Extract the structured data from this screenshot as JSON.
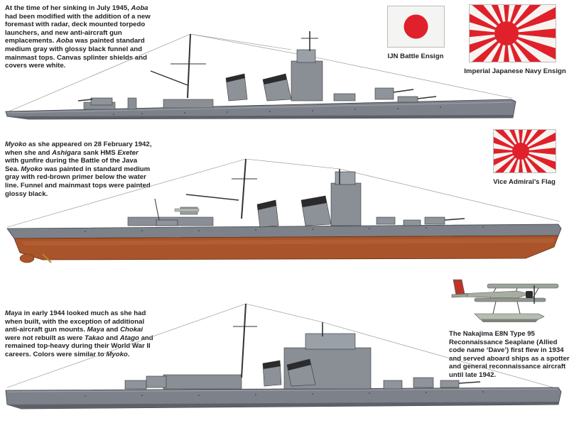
{
  "captions": {
    "aoba": [
      {
        "t": "At the time of her sinking in July 1945, "
      },
      {
        "t": "Aoba",
        "i": true
      },
      {
        "t": " had been modified with the addition of a new foremast with radar, deck mounted torpedo launchers, and new anti-aircraft gun emplacements. "
      },
      {
        "t": "Aoba",
        "i": true
      },
      {
        "t": " was painted standard medium gray with glossy black funnel and mainmast tops. Canvas splinter shields and covers were white."
      }
    ],
    "myoko": [
      {
        "t": "Myoko",
        "i": true
      },
      {
        "t": " as she appeared on 28 February 1942, when she and "
      },
      {
        "t": "Ashigara",
        "i": true
      },
      {
        "t": " sank HMS "
      },
      {
        "t": "Exeter",
        "i": true
      },
      {
        "t": " with gunfire during the Battle of the Java Sea. "
      },
      {
        "t": "Myoko",
        "i": true
      },
      {
        "t": " was painted in standard medium gray with red-brown primer below the water line. Funnel and mainmast tops were painted glossy black."
      }
    ],
    "maya": [
      {
        "t": "Maya",
        "i": true
      },
      {
        "t": " in early 1944 looked much as she had when built, with the exception of additional anti-aircraft gun mounts. "
      },
      {
        "t": "Maya",
        "i": true
      },
      {
        "t": " and "
      },
      {
        "t": "Chokai",
        "i": true
      },
      {
        "t": " were not rebuilt as were "
      },
      {
        "t": "Takao",
        "i": true
      },
      {
        "t": " and "
      },
      {
        "t": "Atago",
        "i": true
      },
      {
        "t": " and remained top-heavy during their World War II careers. Colors were similar to "
      },
      {
        "t": "Myoko",
        "i": true
      },
      {
        "t": "."
      }
    ],
    "seaplane": [
      {
        "t": "The Nakajima E8N Type 95 Reconnaissance Seaplane (Allied code name ‘Dave’) first flew in 1934 and served aboard ships as a spotter and general reconnaissance aircraft until late 1942."
      }
    ]
  },
  "flags": {
    "battle_ensign": "IJN Battle Ensign",
    "navy_ensign": "Imperial Japanese Navy Ensign",
    "vice_admiral": "Vice Admiral’s Flag"
  },
  "colors": {
    "hull_gray": "#7d8189",
    "deck_gray": "#9aa0a8",
    "red_brown": "#a9542a",
    "rising_sun_red": "#e0202a",
    "funnel_black": "#2b2b2e"
  }
}
